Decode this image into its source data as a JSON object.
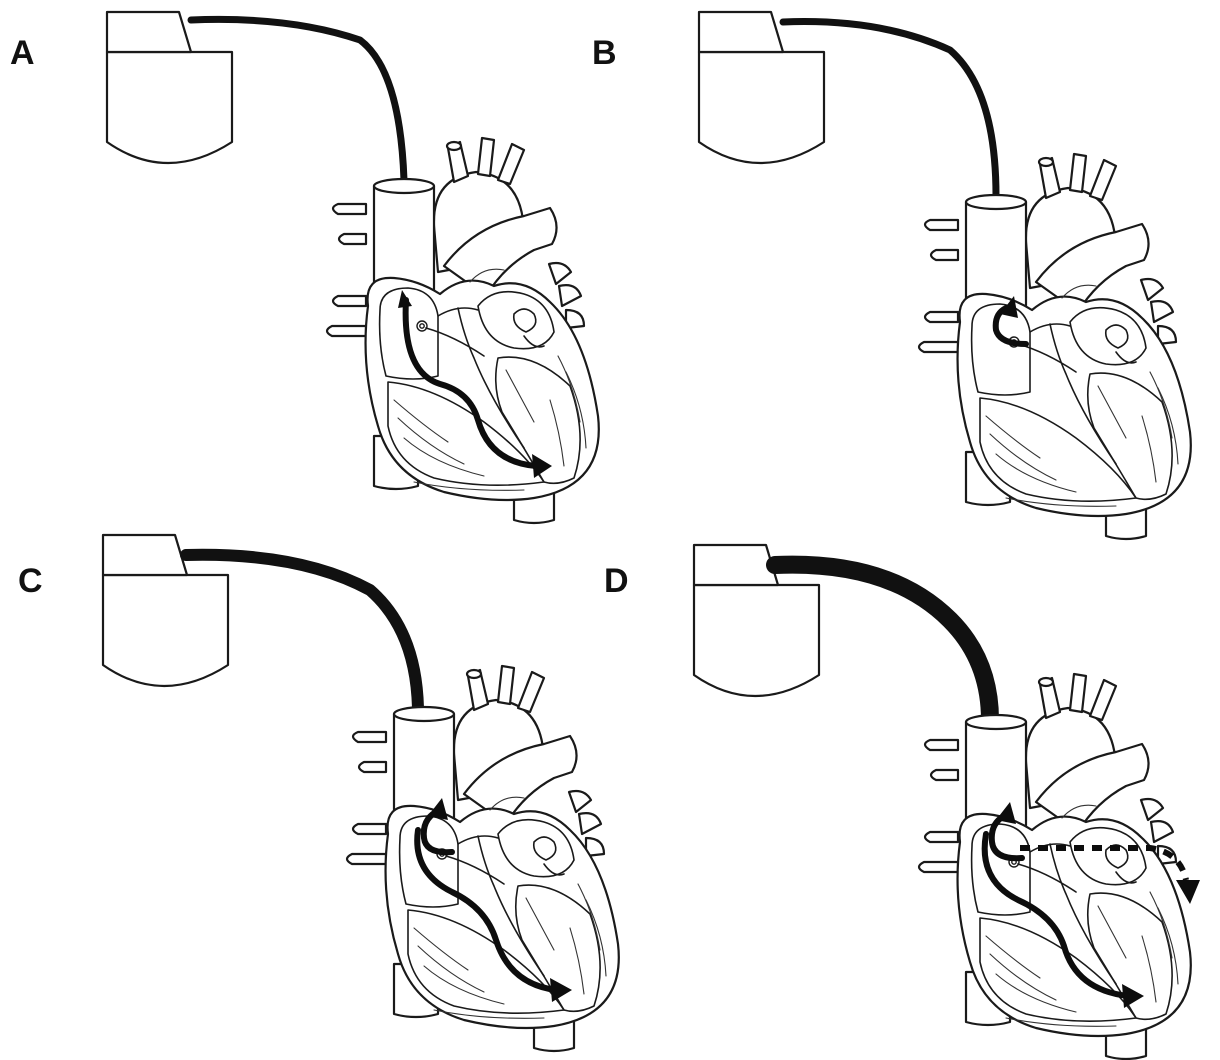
{
  "panels": [
    {
      "id": "A",
      "label": "A",
      "pathway": "ventricular-only",
      "lead_thickness": "thin"
    },
    {
      "id": "B",
      "label": "B",
      "pathway": "atrial-retrograde",
      "lead_thickness": "thin"
    },
    {
      "id": "C",
      "label": "C",
      "pathway": "atrial-and-ventricular",
      "lead_thickness": "thick"
    },
    {
      "id": "D",
      "label": "D",
      "pathway": "atrial-ventricular-and-interatrial",
      "lead_thickness": "thick"
    }
  ],
  "colors": {
    "ink": "#111111",
    "background": "#ffffff"
  },
  "icons": {
    "device": "pacemaker-generator-icon",
    "heart": "heart-cross-section-icon"
  }
}
